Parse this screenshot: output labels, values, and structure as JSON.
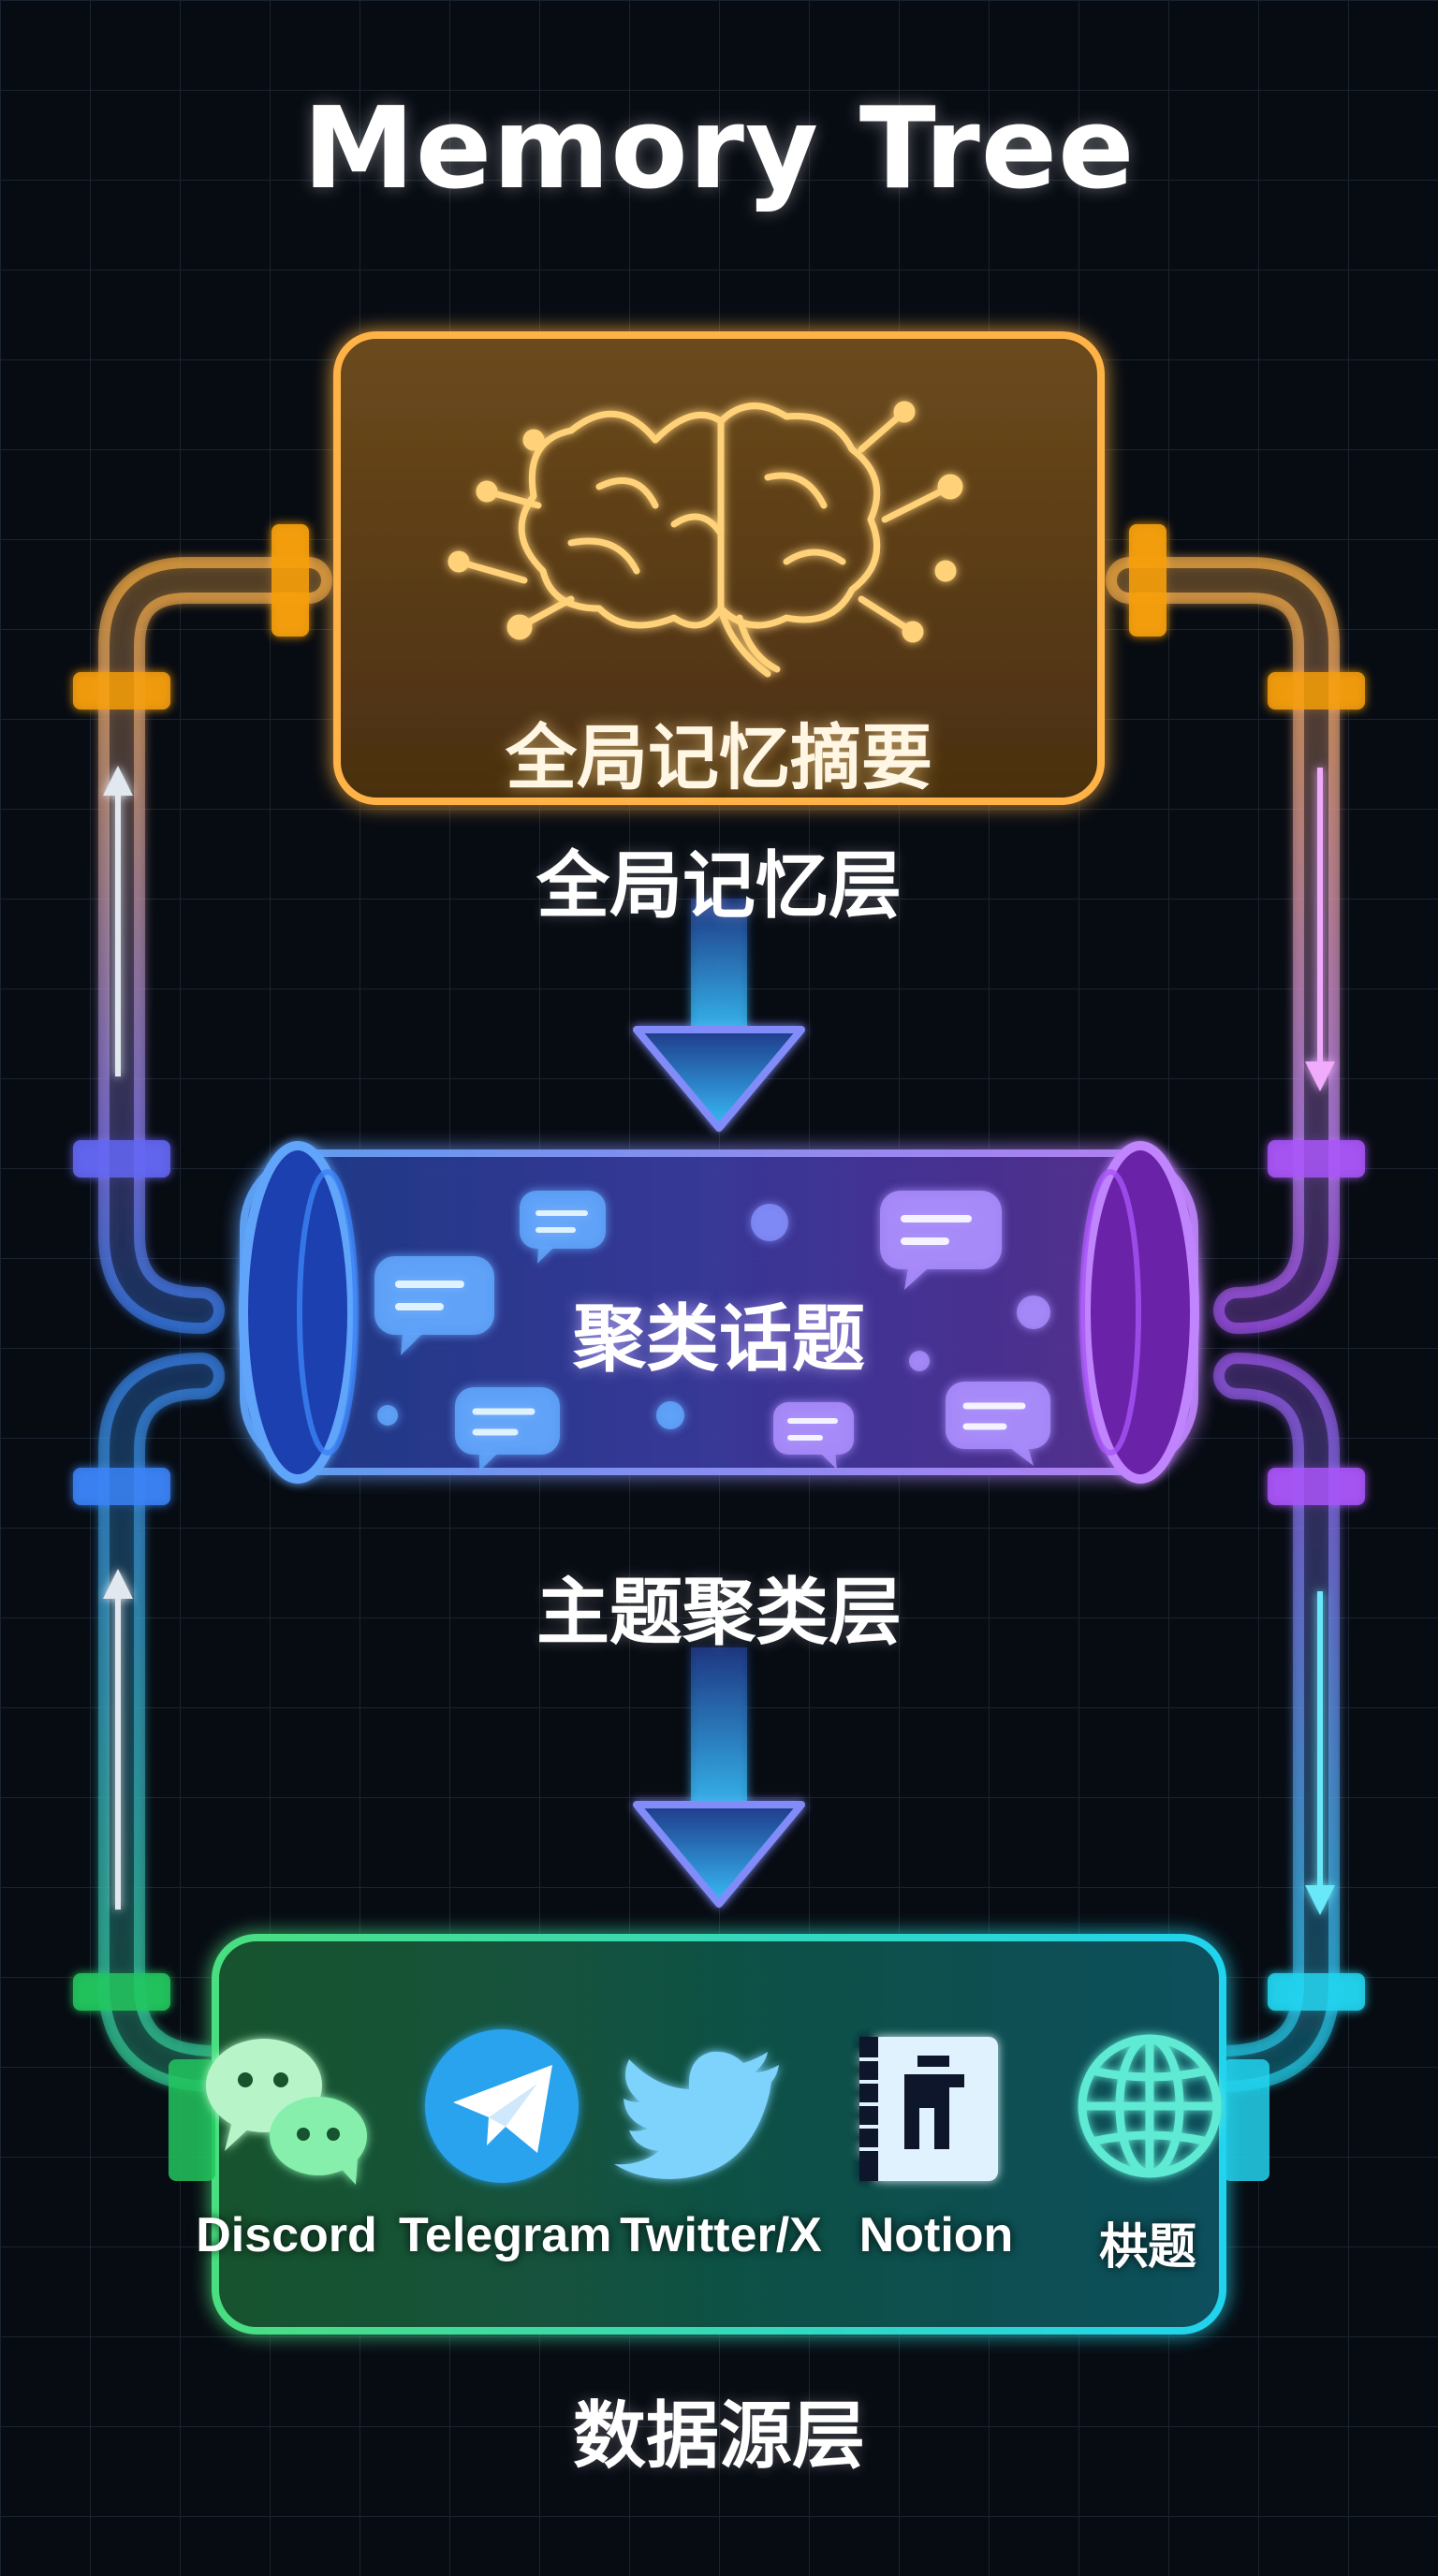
{
  "title": "Memory Tree",
  "layers": {
    "global": {
      "box_title": "全局记忆摘要",
      "label": "全局记忆层"
    },
    "cluster": {
      "box_title": "聚类话题",
      "label": "主题聚类层"
    },
    "source": {
      "label": "数据源层"
    }
  },
  "sources": [
    {
      "label": "Discord",
      "icon": "chat-bubbles-icon"
    },
    {
      "label": "Telegram",
      "icon": "telegram-plane-icon"
    },
    {
      "label": "Twitter/X",
      "icon": "twitter-bird-icon"
    },
    {
      "label": "Notion",
      "icon": "notion-notebook-icon"
    },
    {
      "label": "栱题",
      "icon": "globe-icon"
    }
  ],
  "colors": {
    "background": "#070b12",
    "global_orange": "#ffb347",
    "cluster_blue": "#3b82f6",
    "cluster_purple": "#a855f7",
    "source_green": "#34d399",
    "source_cyan": "#22d3ee",
    "arrow_blue": "#60a5fa"
  }
}
